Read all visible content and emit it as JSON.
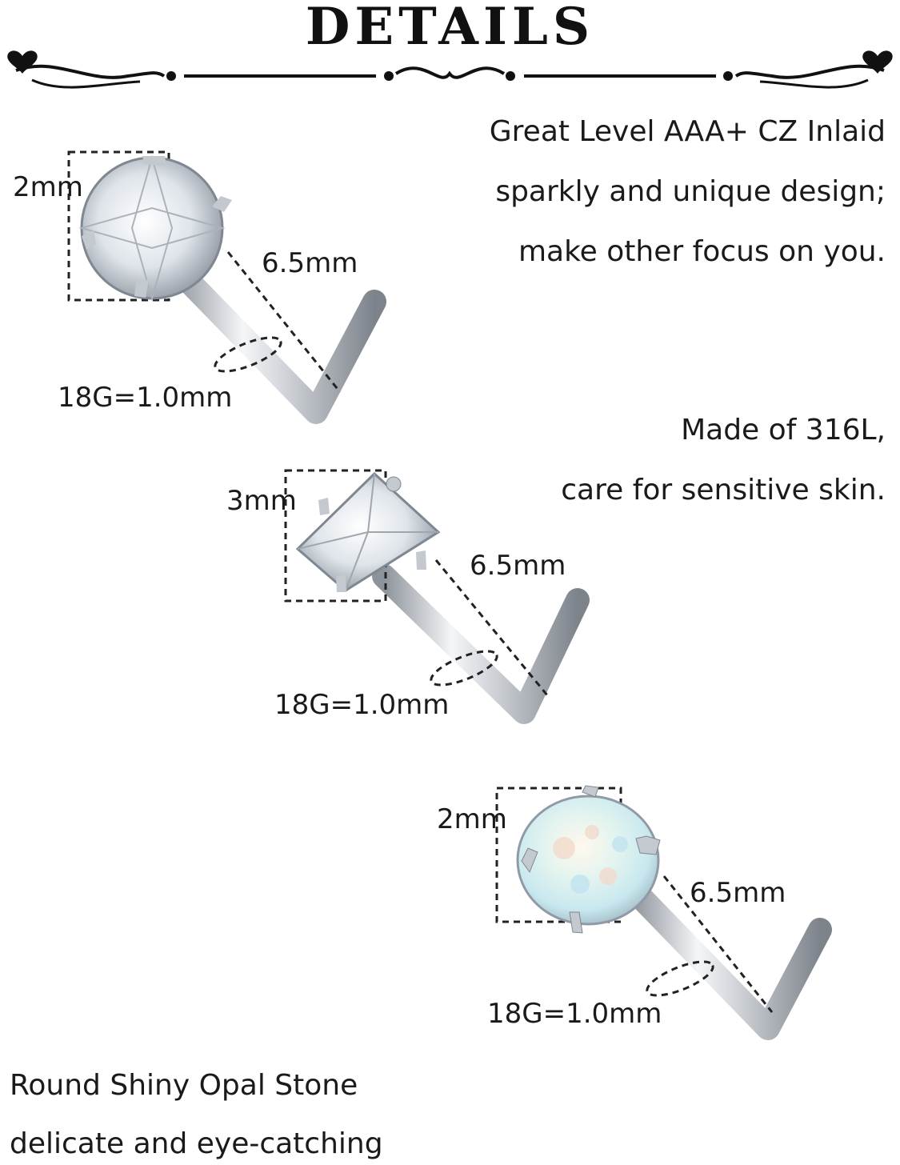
{
  "header": {
    "title": "DETAILS"
  },
  "copy": {
    "line1": "Great Level AAA+ CZ Inlaid",
    "line2": "sparkly and unique design;",
    "line3": "make other focus on you.",
    "line4": "Made of 316L,",
    "line5": "care for sensitive skin.",
    "line6": "Round Shiny Opal Stone",
    "line7": "delicate and eye-catching"
  },
  "products": [
    {
      "stone_size": "2mm",
      "post_length": "6.5mm",
      "gauge": "18G=1.0mm",
      "stone": "round-cz-icon"
    },
    {
      "stone_size": "3mm",
      "post_length": "6.5mm",
      "gauge": "18G=1.0mm",
      "stone": "square-cz-icon"
    },
    {
      "stone_size": "2mm",
      "post_length": "6.5mm",
      "gauge": "18G=1.0mm",
      "stone": "opal-icon"
    }
  ],
  "colors": {
    "text": "#1a1a1a",
    "metal": "#c8ccd2",
    "opal": "#dff3ef"
  }
}
